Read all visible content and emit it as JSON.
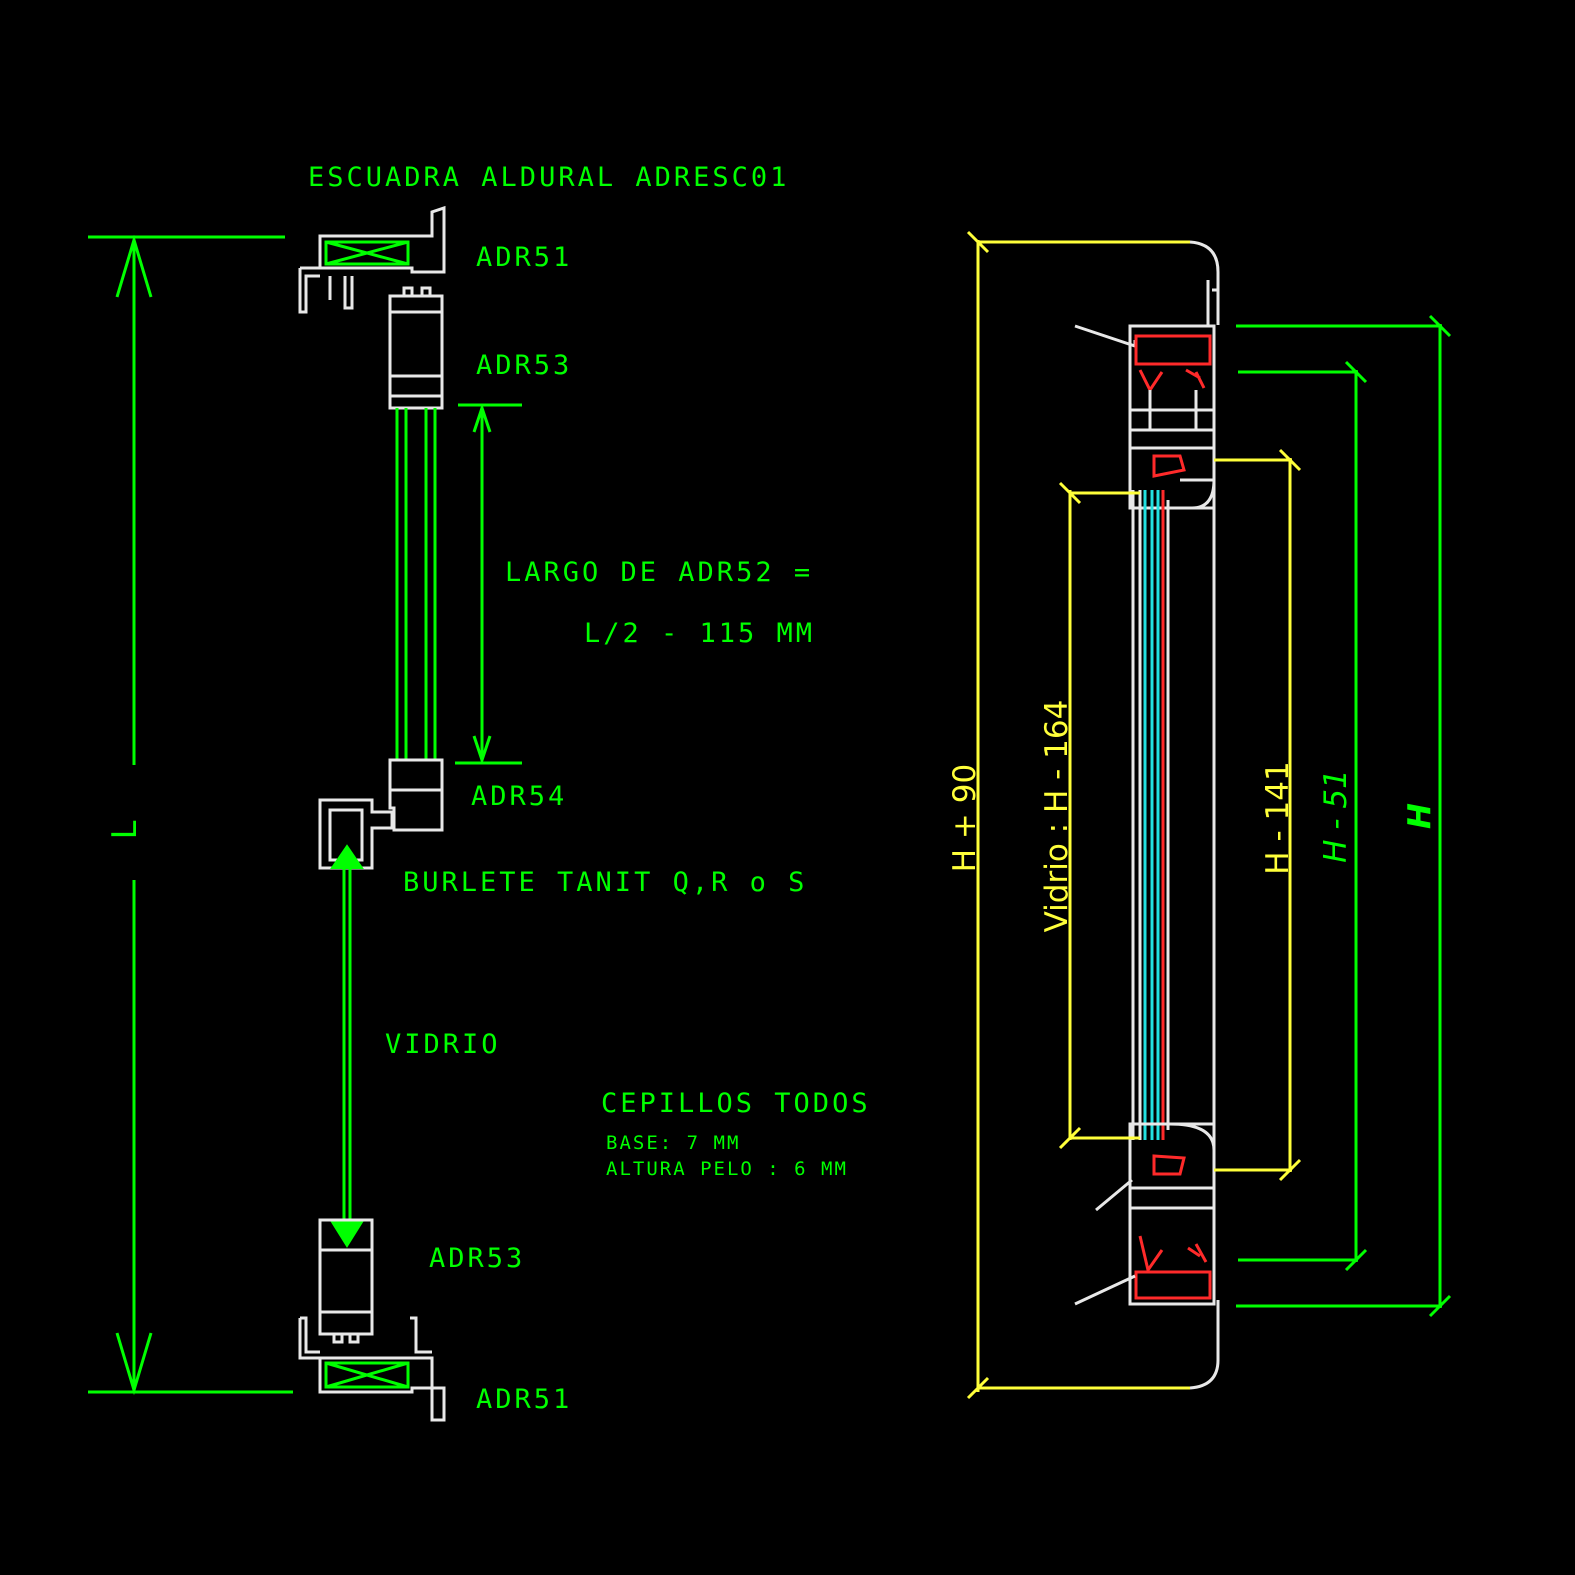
{
  "colors": {
    "background": "#000000",
    "green": "#00ff00",
    "yellow": "#ffff3a",
    "white": "#e8e8e8",
    "red": "#ff2a2a",
    "cyan": "#22e0e0"
  },
  "left_section": {
    "title": "ESCUADRA ALDURAL ADRESC01",
    "overall_dim": "L",
    "labels": {
      "top_frame": "ADR51",
      "top_sash": "ADR53",
      "adr52_len_line1": "LARGO DE ADR52 =",
      "adr52_len_line2": "L/2 - 115 MM",
      "middle_rail": "ADR54",
      "gasket": "BURLETE TANIT Q,R o S",
      "glass": "VIDRIO",
      "brushes_title": "CEPILLOS TODOS",
      "brushes_base": "BASE: 7 MM",
      "brushes_height": "ALTURA PELO : 6 MM",
      "bottom_sash": "ADR53",
      "bottom_frame": "ADR51"
    }
  },
  "right_section": {
    "dimensions": {
      "outer": "H + 90",
      "glass": "Vidrio : H - 164",
      "inner": "H - 141",
      "sash": "H - 51",
      "overall": "H"
    }
  }
}
